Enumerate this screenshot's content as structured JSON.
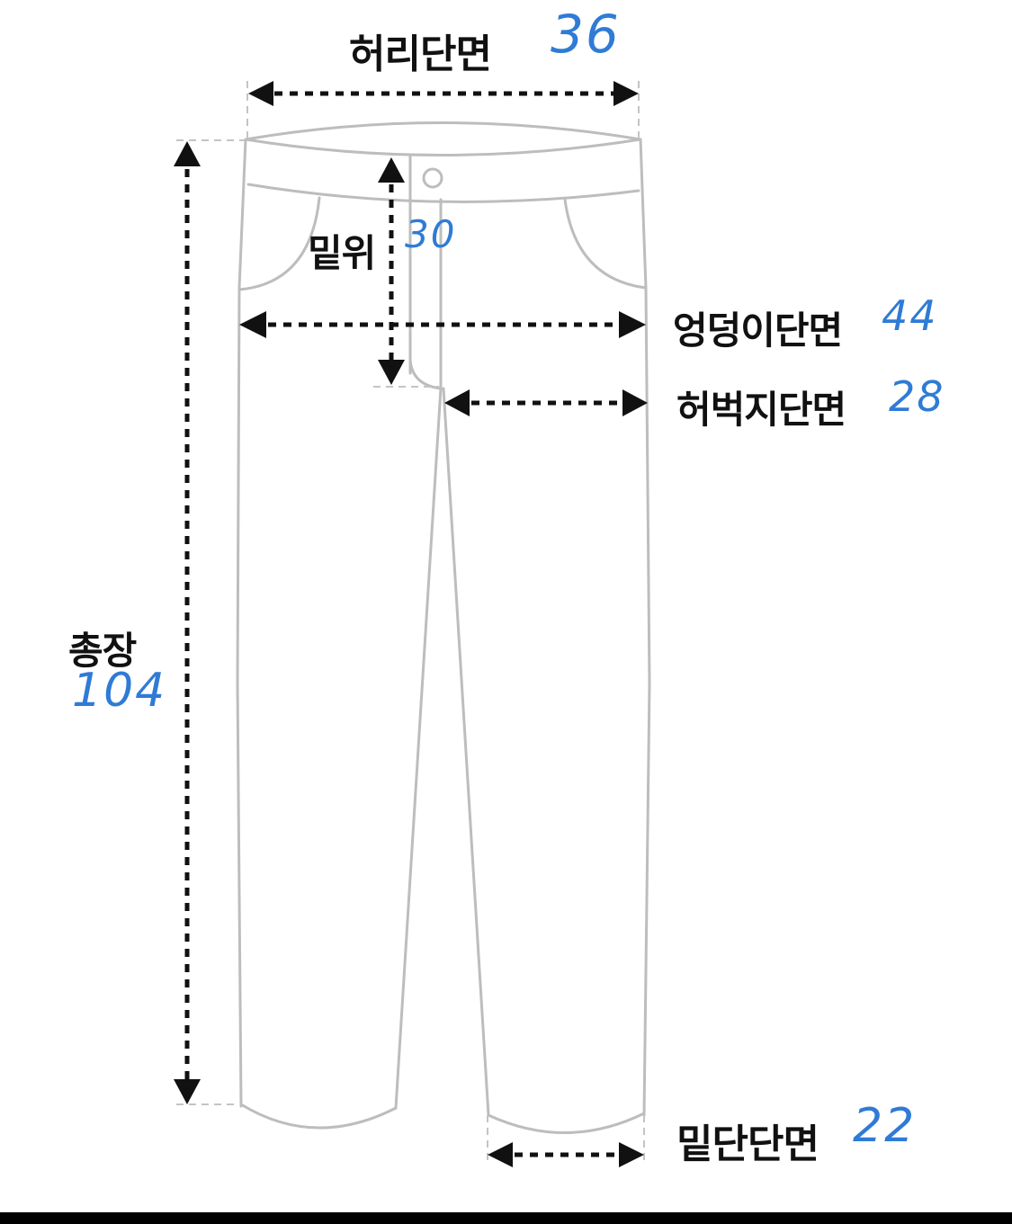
{
  "diagram": {
    "subject": "pants size measurement guide",
    "colors": {
      "outline": "#bdbdbd",
      "arrow": "#111111",
      "label_text": "#111111",
      "value_text": "#2f7bd6",
      "bottom_bar": "#000000"
    },
    "measurements": [
      {
        "id": "waist",
        "label": "허리단면",
        "value": "36"
      },
      {
        "id": "rise",
        "label": "밑위",
        "value": "30"
      },
      {
        "id": "hip",
        "label": "엉덩이단면",
        "value": "44"
      },
      {
        "id": "thigh",
        "label": "허벅지단면",
        "value": "28"
      },
      {
        "id": "total_length",
        "label": "총장",
        "value": "104"
      },
      {
        "id": "hem",
        "label": "밑단단면",
        "value": "22"
      }
    ]
  }
}
